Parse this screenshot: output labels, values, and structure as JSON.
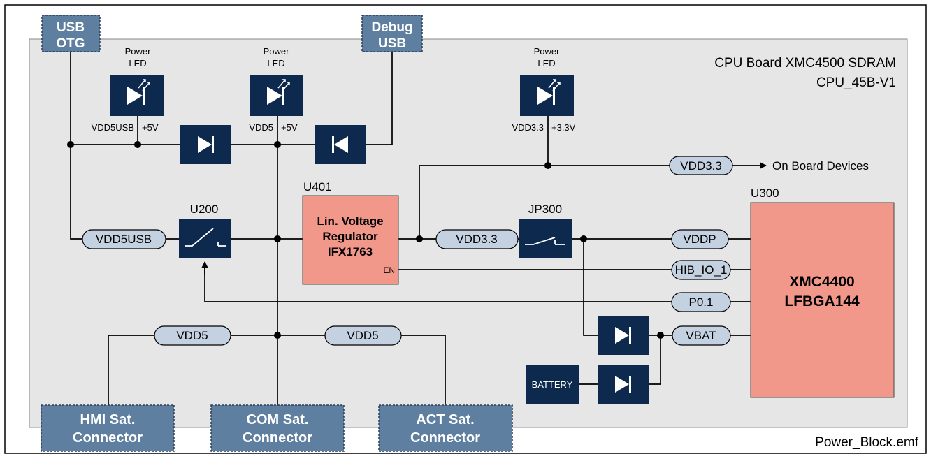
{
  "board": {
    "title_line1": "CPU Board XMC4500 SDRAM",
    "title_line2": "CPU_45B-V1",
    "footer": "Power_Block.emf"
  },
  "connectors": {
    "usb_otg": [
      "USB",
      "OTG"
    ],
    "debug_usb": [
      "Debug",
      "USB"
    ],
    "hmi": [
      "HMI Sat.",
      "Connector"
    ],
    "com": [
      "COM Sat.",
      "Connector"
    ],
    "act": [
      "ACT Sat.",
      "Connector"
    ]
  },
  "leds": {
    "led1": {
      "label": [
        "Power",
        "LED"
      ],
      "net": "VDD5USB",
      "voltage": "+5V"
    },
    "led2": {
      "label": [
        "Power",
        "LED"
      ],
      "net": "VDD5",
      "voltage": "+5V"
    },
    "led3": {
      "label": [
        "Power",
        "LED"
      ],
      "net": "VDD3.3",
      "voltage": "+3.3V"
    }
  },
  "components": {
    "u200": "U200",
    "u401": "U401",
    "regulator": [
      "Lin. Voltage",
      "Regulator",
      "IFX1763"
    ],
    "regulator_en": "EN",
    "jp300": "JP300",
    "u300": "U300",
    "mcu": [
      "XMC4400",
      "LFBGA144"
    ],
    "battery": "BATTERY"
  },
  "nets": {
    "vdd5usb": "VDD5USB",
    "vdd33_reg": "VDD3.3",
    "vdd33_top": "VDD3.3",
    "onboard": "On Board Devices",
    "vddp": "VDDP",
    "hib_io_1": "HIB_IO_1",
    "p01": "P0.1",
    "vbat": "VBAT",
    "vdd5_left": "VDD5",
    "vdd5_right": "VDD5"
  },
  "colors": {
    "navy": "#0d2a4e",
    "connector": "#5f7fa0",
    "pill": "#c4d1e0",
    "board": "#e6e6e6",
    "salmon": "#f2988a"
  }
}
